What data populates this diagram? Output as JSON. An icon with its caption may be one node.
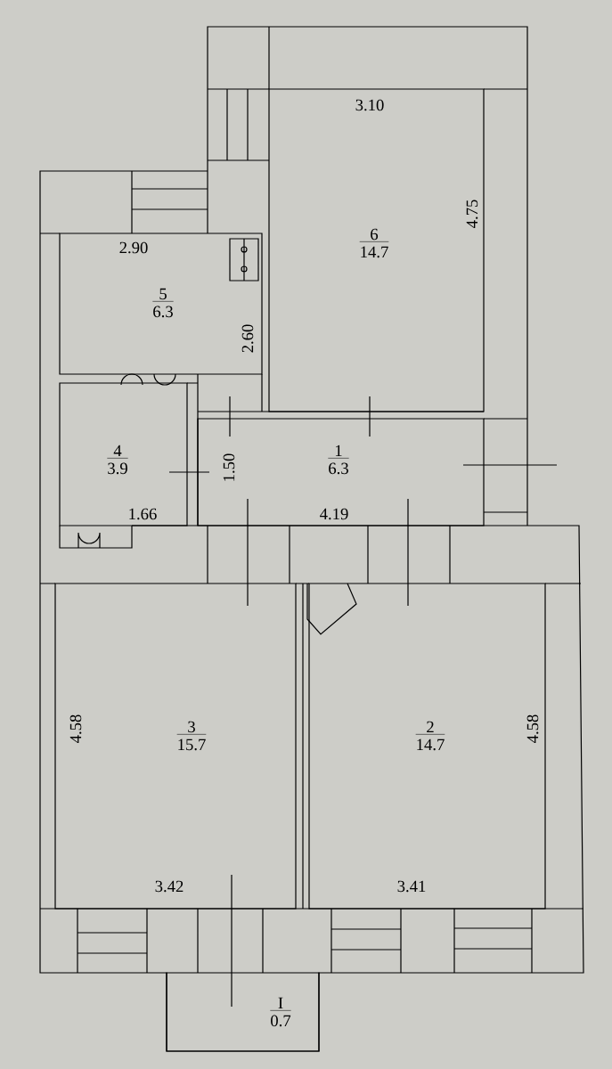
{
  "diagram": {
    "nodes": [
      {
        "text": [
          "6",
          "14.7"
        ]
      },
      {
        "text": [
          "5",
          "6.3"
        ]
      },
      {
        "text": [
          "4",
          "3.9"
        ]
      },
      {
        "text": [
          "1",
          "6.3"
        ]
      },
      {
        "text": [
          "3",
          "15.7"
        ]
      },
      {
        "text": [
          "2",
          "14.7"
        ]
      },
      {
        "text": [
          "I",
          "0.7"
        ]
      }
    ],
    "labels": [
      "3.10",
      "4.75",
      "2.90",
      "2.60",
      "1.50",
      "1.66",
      "4.19",
      "4.58",
      "4.58",
      "3.42",
      "3.41"
    ]
  }
}
